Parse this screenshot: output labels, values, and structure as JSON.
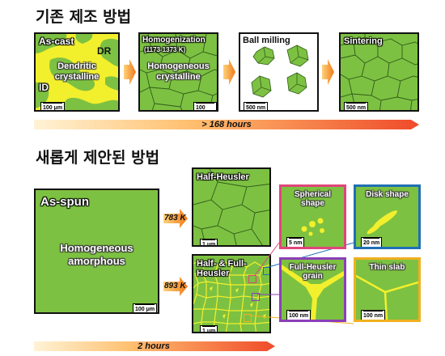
{
  "section1": {
    "title": "기존 제조 방법",
    "panels": {
      "ascast": {
        "label": "As-cast",
        "dr": "DR",
        "id": "ID",
        "center": "Dendritic\ncrystalline",
        "scale": "100 μm"
      },
      "homog": {
        "label": "Homogenization",
        "sub": "(1173-1373 K)",
        "center": "Homogeneous\ncrystalline",
        "scale": "100 μm"
      },
      "ball": {
        "label": "Ball milling",
        "scale": "500 nm"
      },
      "sinter": {
        "label": "Sintering",
        "scale": "500 nm"
      }
    },
    "bar_text": "> 168 hours"
  },
  "section2": {
    "title": "새롭게 제안된 방법",
    "asspun": {
      "label": "As-spun",
      "center": "Homogeneous\namorphous",
      "scale": "100 μm"
    },
    "temp_upper": "783 K",
    "temp_lower": "893 K",
    "half_heusler": {
      "label": "Half-Heusler",
      "scale": "1 μm"
    },
    "half_full": {
      "label": "Half- & Full-\nHeusler",
      "scale": "1 μm"
    },
    "spherical": {
      "label": "Spherical\nshape",
      "scale": "5 nm",
      "border_color": "#e0457b"
    },
    "disk": {
      "label": "Disk shape",
      "scale": "20 nm",
      "border_color": "#1f6fb5"
    },
    "fullheusler": {
      "label": "Full-Heusler\ngrain",
      "scale": "100 nm",
      "border_color": "#8a3fb8"
    },
    "thinslab": {
      "label": "Thin slab",
      "scale": "100 nm",
      "border_color": "#f0b020"
    },
    "bar_text": "2 hours"
  }
}
